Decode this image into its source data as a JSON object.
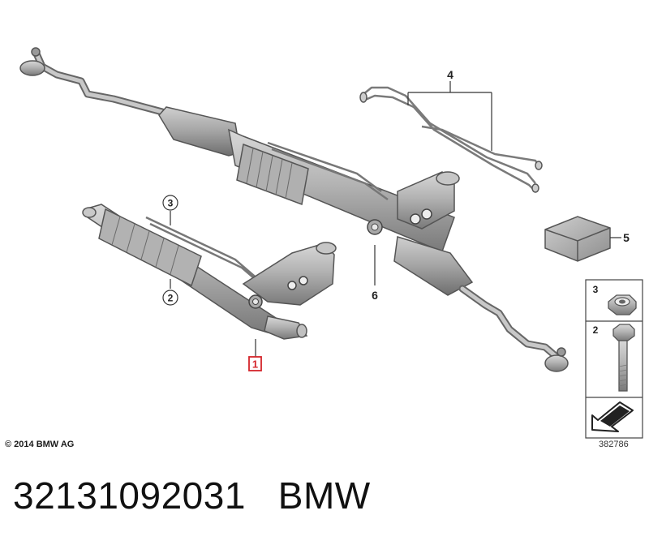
{
  "labels": {
    "part1": "1",
    "part2": "2",
    "part3": "3",
    "part4": "4",
    "part5": "5",
    "part6": "6"
  },
  "legend": {
    "item3": "3",
    "item2": "2"
  },
  "copyright": "© 2014 BMW AG",
  "reference_number": "382786",
  "caption": {
    "part_number": "32131092031",
    "brand": "BMW"
  },
  "colors": {
    "highlight": "#d4242a",
    "part_fill": "#b9b9b9",
    "part_dark": "#8c8c8c",
    "outline": "#555555"
  }
}
